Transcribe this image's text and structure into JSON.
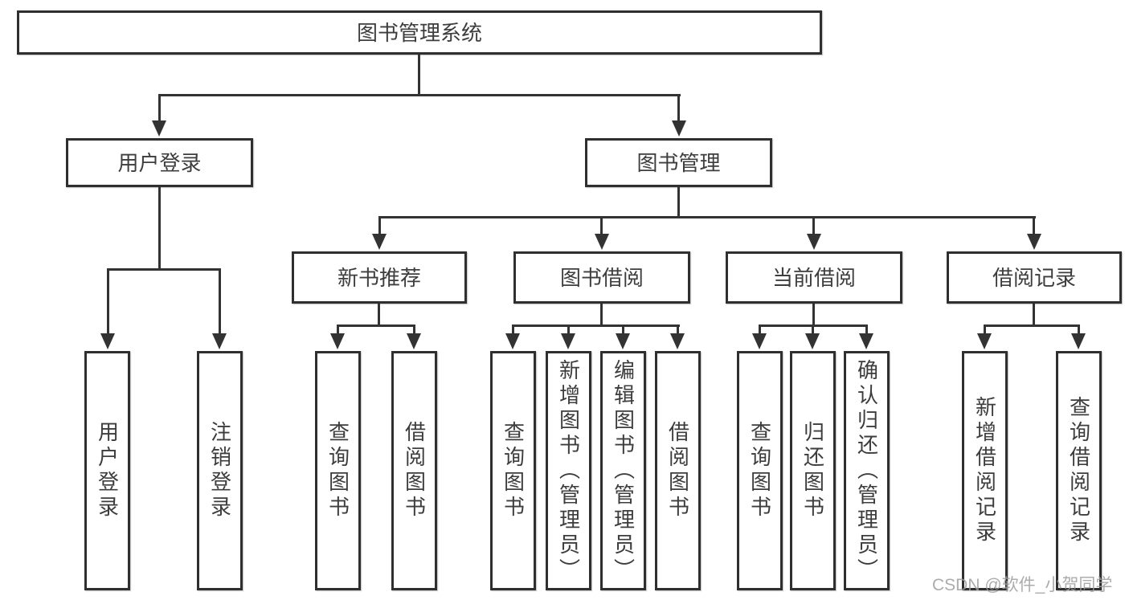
{
  "diagram": {
    "title": "图书管理系统",
    "root": {
      "label": "图书管理系统"
    },
    "branches": [
      {
        "label": "用户登录",
        "children": [
          {
            "label": "用户登录"
          },
          {
            "label": "注销登录"
          }
        ]
      },
      {
        "label": "图书管理",
        "children": [
          {
            "label": "新书推荐",
            "children": [
              {
                "label": "查询图书"
              },
              {
                "label": "借阅图书"
              }
            ]
          },
          {
            "label": "图书借阅",
            "children": [
              {
                "label": "查询图书"
              },
              {
                "label": "新增图书（管理员）"
              },
              {
                "label": "编辑图书（管理员）"
              },
              {
                "label": "借阅图书"
              }
            ]
          },
          {
            "label": "当前借阅",
            "children": [
              {
                "label": "查询图书"
              },
              {
                "label": "归还图书"
              },
              {
                "label": "确认归还（管理员）"
              }
            ]
          },
          {
            "label": "借阅记录",
            "children": [
              {
                "label": "新增借阅记录"
              },
              {
                "label": "查询借阅记录"
              }
            ]
          }
        ]
      }
    ],
    "watermark": "CSDN @软件_小贺同学",
    "colors": {
      "line": "#333333",
      "box_border": "#2f2f2f",
      "box_fill": "#ffffff",
      "text": "#3d3d3d",
      "watermark": "#9e9e9e",
      "background": "#ffffff"
    }
  }
}
